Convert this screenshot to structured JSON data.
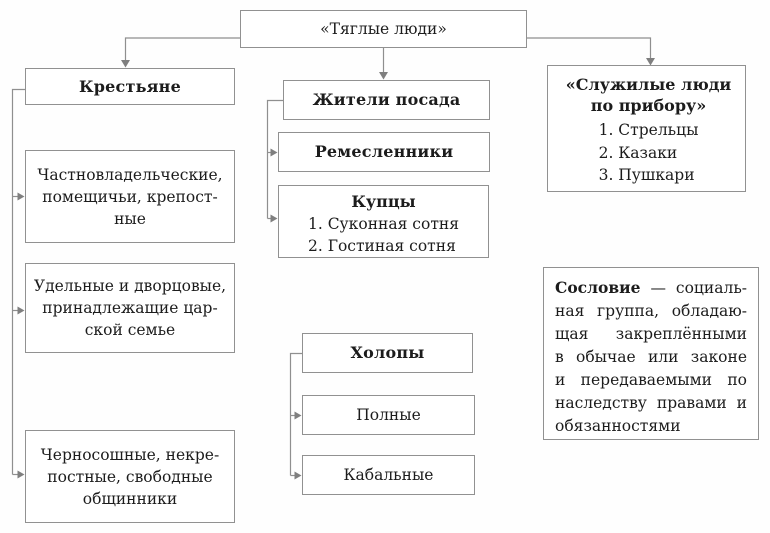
{
  "colors": {
    "line": "#8f8f8f",
    "arrow": "#7f7f7f",
    "border": "#919191",
    "text": "#1c1c1c",
    "background": "#ffffff"
  },
  "root_box": {
    "label": "«Тяглые люди»"
  },
  "peasants": {
    "header": "Крестьяне",
    "private": "Частновладельческие,\nпомещичьи, крепост-\nные",
    "appanage": "Удельные и дворцовые,\nпринадлежащие цар-\nской семье",
    "black_sown": "Черносошные, некре-\nпостные, свободные\nобщинники"
  },
  "townspeople": {
    "header": "Жители посада",
    "craftsmen": "Ремесленники",
    "merchants": {
      "header": "Купцы",
      "items": [
        "1. Суконная сотня",
        "2. Гостиная сотня"
      ]
    }
  },
  "slaves": {
    "header": "Холопы",
    "full": "Полные",
    "bonded": "Кабальные"
  },
  "service_people": {
    "header": "«Служилые люди\nпо прибору»",
    "items": [
      "1. Стрельцы",
      "2. Казаки",
      "3. Пушкари"
    ]
  },
  "definition": {
    "term": "Сословие",
    "text": " — социаль-\nная группа, обладаю-\nщая закреплёнными\nв обычае или законе\nи передаваемыми по\nнаследству правами и\nобязанностями"
  }
}
